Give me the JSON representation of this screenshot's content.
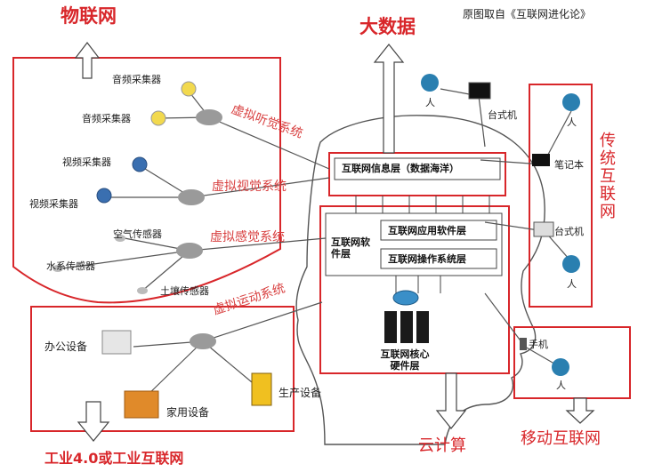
{
  "source_note": "原图取自《互联网进化论》",
  "titles": {
    "iot": "物联网",
    "big_data": "大数据",
    "traditional_internet": "传统互联网",
    "cloud_computing": "云计算",
    "mobile_internet": "移动互联网",
    "industry": "工业4.0或工业互联网"
  },
  "iot_devices": {
    "audio1": "音频采集器",
    "audio2": "音频采集器",
    "video1": "视频采集器",
    "video2": "视频采集器",
    "air": "空气传感器",
    "water": "水系传感器",
    "soil": "土壤传感器"
  },
  "systems": {
    "hearing": "虚拟听觉系统",
    "vision": "虚拟视觉系统",
    "sensation": "虚拟感觉系统",
    "motion": "虚拟运动系统"
  },
  "layers": {
    "info": "互联网信息层（数据海洋）",
    "software": "互联网软件层",
    "app": "互联网应用软件层",
    "os": "互联网操作系统层",
    "core": "互联网核心硬件层"
  },
  "traditional": {
    "desktop1": "台式机",
    "laptop": "笔记本",
    "desktop2": "台式机",
    "person": "人"
  },
  "mobile": {
    "phone": "手机",
    "person": "人"
  },
  "industry_devices": {
    "office": "办公设备",
    "home": "家用设备",
    "production": "生产设备"
  },
  "colors": {
    "frame_red": "#d8262a",
    "text_red": "#d8262a",
    "node_grey": "#9a9a9a",
    "person_blue": "#2a7fb0"
  }
}
